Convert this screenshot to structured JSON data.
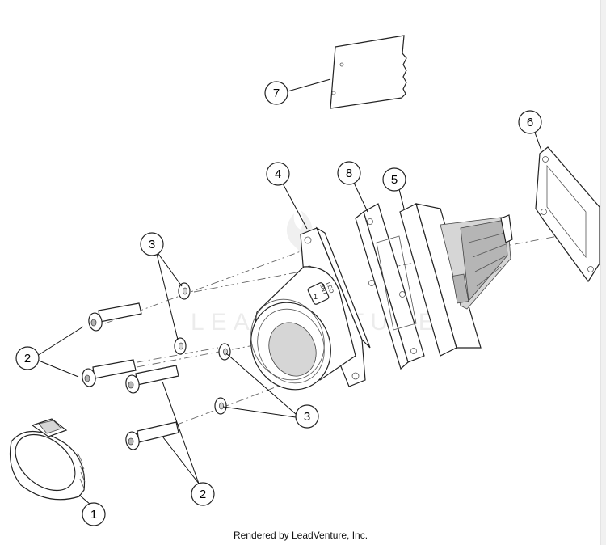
{
  "diagram": {
    "callouts": [
      {
        "id": "c1",
        "label": "1"
      },
      {
        "id": "c2a",
        "label": "2"
      },
      {
        "id": "c2b",
        "label": "2"
      },
      {
        "id": "c3a",
        "label": "3"
      },
      {
        "id": "c3b",
        "label": "3"
      },
      {
        "id": "c4",
        "label": "4"
      },
      {
        "id": "c5",
        "label": "5"
      },
      {
        "id": "c6",
        "label": "6"
      },
      {
        "id": "c7",
        "label": "7"
      },
      {
        "id": "c8",
        "label": "8"
      }
    ],
    "part_markings": [
      "LEO",
      "ENT",
      "1"
    ]
  },
  "watermark": "LEADVENTURE",
  "credit": "Rendered by LeadVenture, Inc."
}
